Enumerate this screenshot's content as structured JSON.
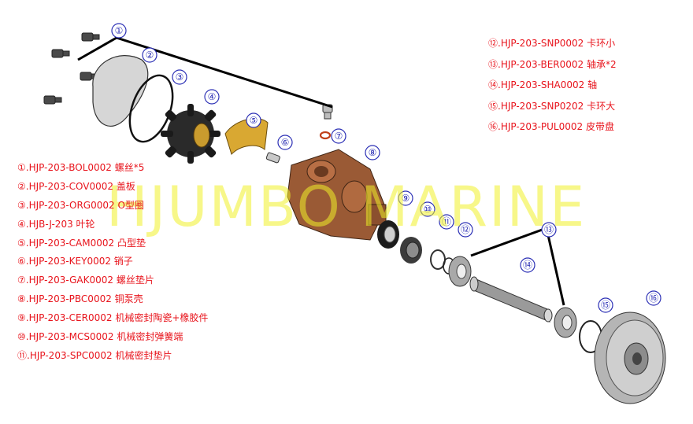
{
  "watermark": "HJUMBO MARINE",
  "callouts": [
    "①",
    "②",
    "③",
    "④",
    "⑤",
    "⑥",
    "⑦",
    "⑧",
    "⑨",
    "⑩",
    "⑪",
    "⑫",
    "⑬",
    "⑭",
    "⑮",
    "⑯"
  ],
  "parts_left": [
    "①.HJP-203-BOL0002 螺丝*5",
    "②.HJP-203-COV0002 盖板",
    "③.HJP-203-ORG0002 O型圈",
    "④.HJB-J-203 叶轮",
    "⑤.HJP-203-CAM0002 凸型垫",
    "⑥.HJP-203-KEY0002 销子",
    "⑦.HJP-203-GAK0002 螺丝垫片",
    "⑧.HJP-203-PBC0002 铜泵壳",
    "⑨.HJP-203-CER0002 机械密封陶瓷+橡胶件",
    "⑩.HJP-203-MCS0002 机械密封弹簧端",
    "⑪.HJP-203-SPC0002 机械密封垫片"
  ],
  "parts_right": [
    "⑫.HJP-203-SNP0002 卡环小",
    "⑬.HJP-203-BER0002 轴承*2",
    "⑭.HJP-203-SHA0002 轴",
    "⑮.HJP-203-SNP0202 卡环大",
    "⑯.HJP-203-PUL0002 皮带盘"
  ],
  "colors": {
    "label_red": "#e8141c",
    "callout_blue": "#2b2fb5",
    "watermark_yellow": "#f0f028"
  }
}
